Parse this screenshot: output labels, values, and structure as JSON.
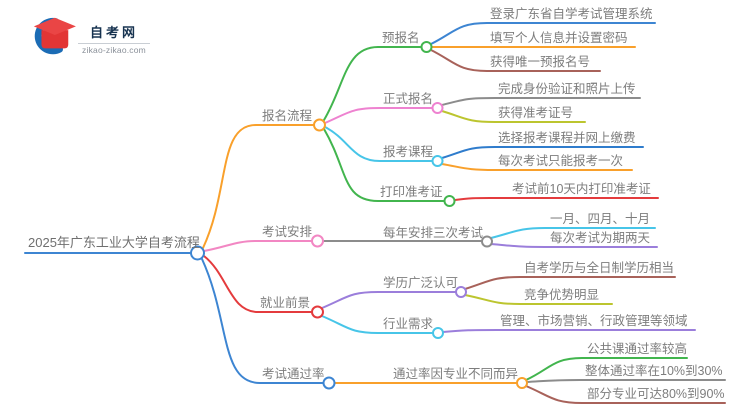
{
  "logo": {
    "title": "自考网",
    "domain": "zikao-zikao.com"
  },
  "colors": {
    "root_blue": "#3d85d2",
    "dark_blue": "#2f7ccc",
    "orange": "#f9a02b",
    "pink": "#f287c3",
    "magenta_pink": "#ee82d0",
    "red": "#e43b3d",
    "green": "#42b54e",
    "cyan": "#47c5e8",
    "gray_line": "#8c8c8c",
    "olive": "#bcc52f",
    "brown": "#a8625a",
    "purple": "#9b7edb",
    "text_gray": "#7d7d7d",
    "logo_navy": "#16324f",
    "logo_red": "#e8393d",
    "logo_blue": "#1b6cb5"
  },
  "tree": {
    "label": "2025年广东工业大学自考流程",
    "children": [
      {
        "label": "报名流程",
        "children": [
          {
            "label": "预报名",
            "children": [
              {
                "label": "登录广东省自学考试管理系统"
              },
              {
                "label": "填写个人信息并设置密码"
              },
              {
                "label": "获得唯一预报名号"
              }
            ]
          },
          {
            "label": "正式报名",
            "children": [
              {
                "label": "完成身份验证和照片上传"
              },
              {
                "label": "获得准考证号"
              }
            ]
          },
          {
            "label": "报考课程",
            "children": [
              {
                "label": "选择报考课程并网上缴费"
              },
              {
                "label": "每次考试只能报考一次"
              }
            ]
          },
          {
            "label": "打印准考证",
            "children": [
              {
                "label": "考试前10天内打印准考证"
              }
            ]
          }
        ]
      },
      {
        "label": "考试安排",
        "children": [
          {
            "label": "每年安排三次考试",
            "children": [
              {
                "label": "一月、四月、十月"
              },
              {
                "label": "每次考试为期两天"
              }
            ]
          }
        ]
      },
      {
        "label": "就业前景",
        "children": [
          {
            "label": "学历广泛认可",
            "children": [
              {
                "label": "自考学历与全日制学历相当"
              },
              {
                "label": "竞争优势明显"
              }
            ]
          },
          {
            "label": "行业需求",
            "children": [
              {
                "label": "管理、市场营销、行政管理等领域"
              }
            ]
          }
        ]
      },
      {
        "label": "考试通过率",
        "children": [
          {
            "label": "通过率因专业不同而异",
            "children": [
              {
                "label": "公共课通过率较高"
              },
              {
                "label": "整体通过率在10%到30%"
              },
              {
                "label": "部分专业可达80%到90%"
              }
            ]
          }
        ]
      }
    ]
  }
}
